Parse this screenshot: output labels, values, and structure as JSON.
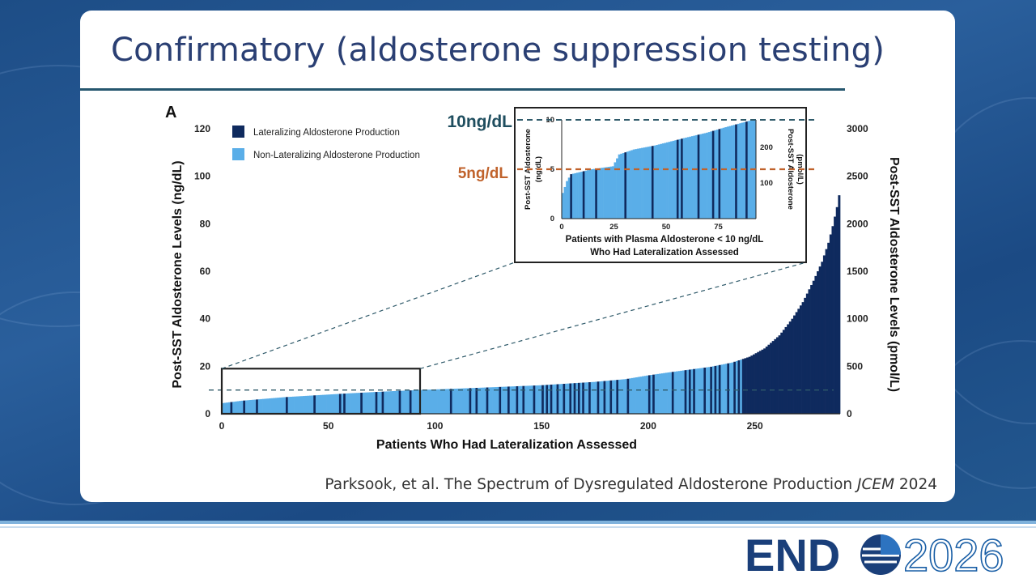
{
  "slide": {
    "title": "Confirmatory (aldosterone suppression testing)",
    "citation_main": "Parksook, et al. The Spectrum of Dysregulated Aldosterone Production ",
    "citation_journal": "JCEM",
    "citation_year": " 2024"
  },
  "logo": {
    "left": "END",
    "right": "2026"
  },
  "colors": {
    "lateralizing": "#0f2a5e",
    "non_lateralizing": "#5aaee8",
    "title": "#2a3f73",
    "guide_10": "#2f5a6a",
    "guide_5": "#c0622b"
  },
  "annotations": {
    "ten": "10ng/dL",
    "five": "5ng/dL"
  },
  "chart_data": [
    {
      "type": "bar",
      "panel_label": "A",
      "xlabel": "Patients Who Had Lateralization Assessed",
      "ylabel": "Post-SST Aldosterone Levels (ng/dL)",
      "ylabel_right": "Post-SST Aldosterone Levels (pmol/L)",
      "xlim": [
        0,
        290
      ],
      "ylim": [
        0,
        120
      ],
      "ylim_right": [
        0,
        3000
      ],
      "x_ticks": [
        0,
        50,
        100,
        150,
        200,
        250
      ],
      "y_ticks": [
        0,
        20,
        40,
        60,
        80,
        100,
        120
      ],
      "y_ticks_right": [
        0,
        500,
        1000,
        1500,
        2000,
        2500,
        3000
      ],
      "legend": [
        "Lateralizing Aldosterone Production",
        "Non-Lateralizing Aldosterone Production"
      ],
      "legend_position": "top-left",
      "reference_line_y": 10,
      "inset_box": {
        "x": [
          0,
          93
        ],
        "y": [
          0,
          19
        ]
      },
      "n_patients": 290,
      "curve_points": [
        [
          1,
          4.5
        ],
        [
          10,
          5.5
        ],
        [
          30,
          7
        ],
        [
          60,
          8.6
        ],
        [
          80,
          9.5
        ],
        [
          93,
          10
        ],
        [
          120,
          10.9
        ],
        [
          150,
          12
        ],
        [
          175,
          13.4
        ],
        [
          190,
          14.6
        ],
        [
          200,
          16.1
        ],
        [
          210,
          17.4
        ],
        [
          220,
          18.6
        ],
        [
          230,
          19.8
        ],
        [
          240,
          21.6
        ],
        [
          248,
          24
        ],
        [
          255,
          27.5
        ],
        [
          262,
          33
        ],
        [
          268,
          40
        ],
        [
          273,
          47
        ],
        [
          278,
          56
        ],
        [
          282,
          64
        ],
        [
          285,
          72
        ],
        [
          287,
          79
        ],
        [
          289,
          87
        ],
        [
          290,
          92
        ]
      ],
      "lateralizing_patients": [
        5,
        11,
        17,
        31,
        44,
        56,
        58,
        66,
        73,
        76,
        84,
        89,
        108,
        117,
        120,
        125,
        131,
        135,
        139,
        142,
        147,
        151,
        153,
        155,
        158,
        161,
        164,
        166,
        168,
        170,
        173,
        177,
        180,
        183,
        186,
        191,
        201,
        203,
        212,
        218,
        220,
        222,
        227,
        230,
        232,
        234,
        238,
        241,
        243,
        245,
        247,
        249,
        251,
        253,
        255,
        257,
        259,
        261,
        263,
        265,
        267,
        269,
        271,
        273,
        275,
        277,
        279,
        281,
        283,
        285,
        287,
        289
      ],
      "non_lateralizing_in_high_range": [
        209,
        236
      ]
    },
    {
      "type": "bar",
      "xlabel": "Patients with Plasma Aldosterone < 10 ng/dL Who Had Lateralization Assessed",
      "ylabel": "Post-SST Aldosterone (ng/dL)",
      "ylabel_right": "Post-SST Aldosterone (pmol/L)",
      "xlim": [
        0,
        93
      ],
      "ylim": [
        0,
        10
      ],
      "ylim_right": [
        0,
        277
      ],
      "x_ticks": [
        0,
        25,
        50,
        75
      ],
      "y_ticks": [
        0,
        5,
        10
      ],
      "y_ticks_right": [
        100,
        200
      ],
      "reference_lines_y": [
        5,
        10
      ],
      "curve_points": [
        [
          1,
          2.6
        ],
        [
          3,
          3.8
        ],
        [
          5,
          4.5
        ],
        [
          15,
          5.0
        ],
        [
          25,
          5.3
        ],
        [
          28,
          6.5
        ],
        [
          35,
          7.0
        ],
        [
          45,
          7.4
        ],
        [
          60,
          8.2
        ],
        [
          70,
          8.7
        ],
        [
          78,
          9.2
        ],
        [
          85,
          9.6
        ],
        [
          92,
          10
        ]
      ],
      "lateralizing_patients": [
        5,
        11,
        17,
        31,
        44,
        56,
        58,
        66,
        73,
        76,
        84,
        89
      ]
    }
  ]
}
